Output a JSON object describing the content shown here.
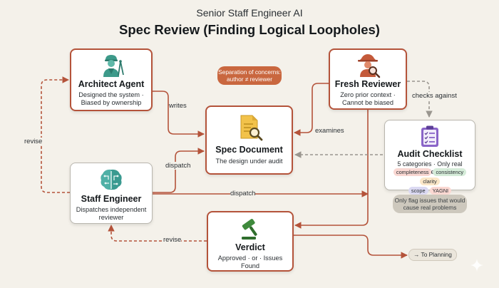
{
  "header": {
    "subtitle": "Senior Staff Engineer AI",
    "title": "Spec Review (Finding Logical Loopholes)"
  },
  "nodes": {
    "architect": {
      "title": "Architect Agent",
      "desc1": "Designed the system ·",
      "desc2": "Biased by ownership",
      "icon": "architect-with-compass-icon"
    },
    "reviewer": {
      "title": "Fresh Reviewer",
      "desc1": "Zero prior context ·",
      "desc2": "Cannot be biased",
      "icon": "detective-magnifier-icon"
    },
    "spec": {
      "title": "Spec Document",
      "desc": "The design under audit",
      "icon": "document-magnifier-icon"
    },
    "staff": {
      "title": "Staff Engineer",
      "desc1": "Dispatches independent",
      "desc2": "reviewer",
      "icon": "brain-circuit-icon"
    },
    "checklist": {
      "title": "Audit Checklist",
      "desc": "5 categories · Only real problems",
      "icon": "clipboard-checklist-icon",
      "tags": [
        "completeness",
        "consistency",
        "clarity",
        "scope",
        "YAGNI"
      ]
    },
    "verdict": {
      "title": "Verdict",
      "desc": "Approved · or · Issues Found",
      "icon": "gavel-icon"
    }
  },
  "notes": {
    "separation_1": "Separation of concerns:",
    "separation_2": "author ≠ reviewer",
    "flag_1": "Only flag issues that would",
    "flag_2": "cause real problems",
    "planning": "→ To Planning"
  },
  "edges": {
    "writes": "writes",
    "examines": "examines",
    "checks_against": "checks against",
    "dispatch_spec": "dispatch",
    "dispatch_reviewer": "dispatch",
    "revise_left": "revise",
    "revise_bottom": "revise"
  },
  "colors": {
    "accent": "#b4533a",
    "dashed_gray": "#9a968f",
    "background": "#f4f1ea"
  }
}
